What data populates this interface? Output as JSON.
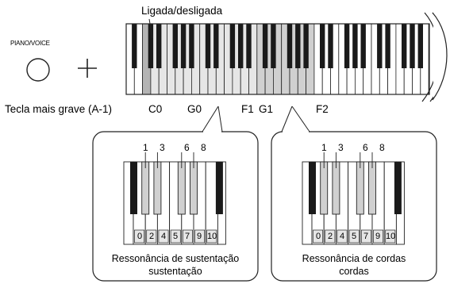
{
  "button": {
    "label": "PIANO/VOICE"
  },
  "plus": "+",
  "labels": {
    "on_off": "Ligada/desligada",
    "lowest_key": "Tecla mais grave (A-1)",
    "c0": "C0",
    "g0": "G0",
    "f1": "F1",
    "g1": "G1",
    "f2": "F2"
  },
  "left_panel": {
    "top_numbers": [
      "1",
      "3",
      "6",
      "8"
    ],
    "bottom_numbers": [
      "0",
      "2",
      "4",
      "5",
      "7",
      "9",
      "10"
    ],
    "caption_line1": "Ressonância de sustentação",
    "caption_line2": "sustentação"
  },
  "right_panel": {
    "top_numbers": [
      "1",
      "3",
      "6",
      "8"
    ],
    "bottom_numbers": [
      "0",
      "2",
      "4",
      "5",
      "7",
      "9",
      "10"
    ],
    "caption_line1": "Ressonância de cordas",
    "caption_line2": "cordas"
  },
  "colors": {
    "black_key": "#1a1a1a",
    "white_key": "#ffffff",
    "shade_light": "#e6e6e6",
    "shade_mid": "#d0d0d0",
    "shade_dark": "#b4b4b4",
    "outline": "#222222"
  }
}
